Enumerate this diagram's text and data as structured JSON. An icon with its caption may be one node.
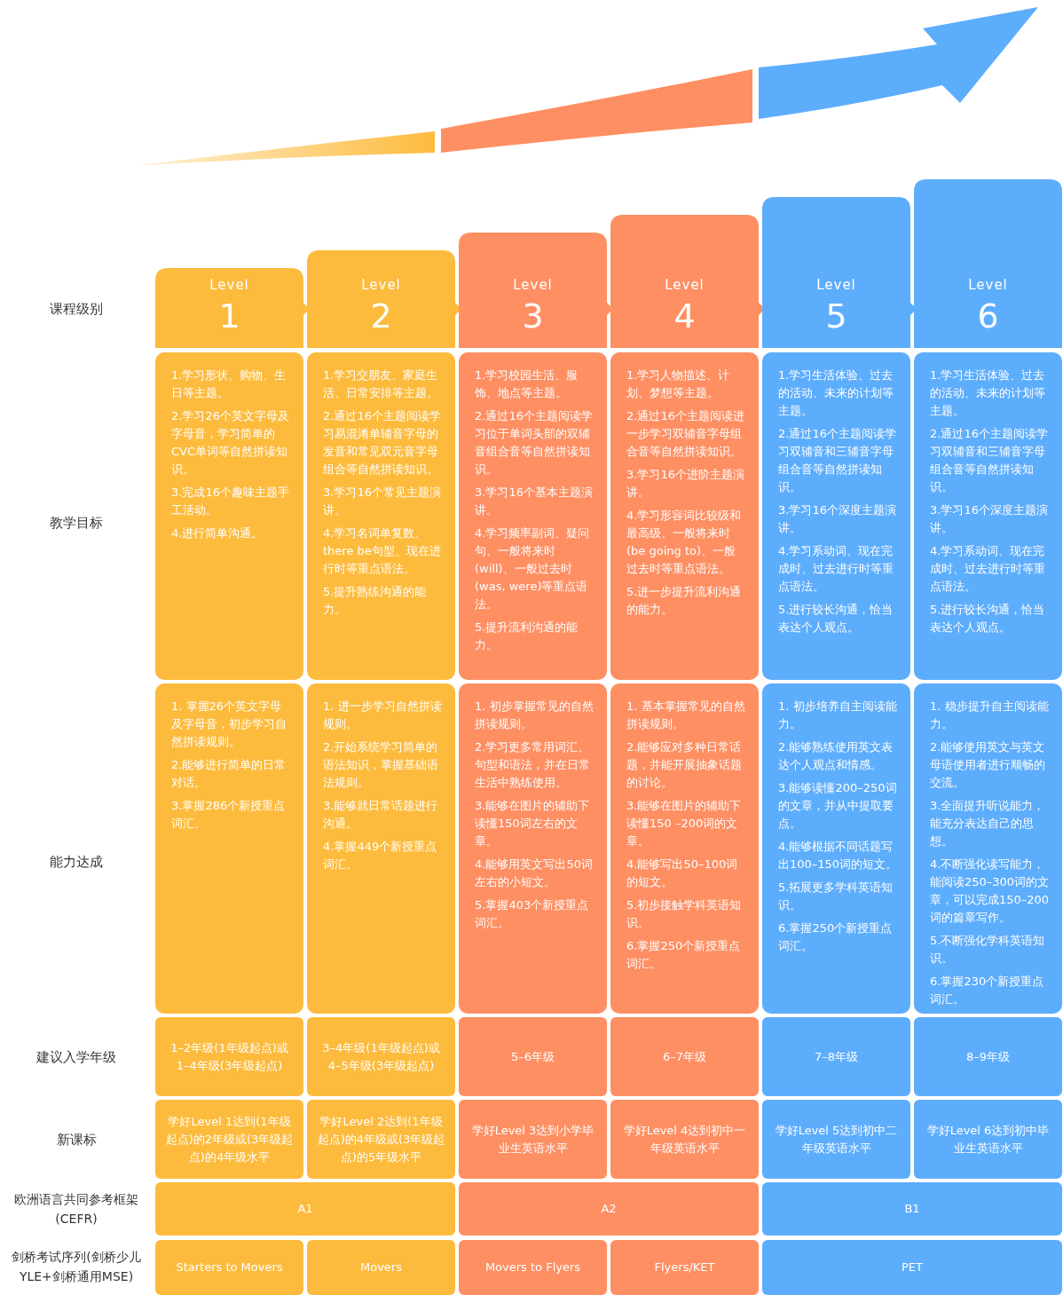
{
  "diagram": {
    "nodes": [
      {
        "text": [
          "Level",
          "1"
        ]
      },
      {
        "text": [
          "Level",
          "2"
        ]
      },
      {
        "text": [
          "Level",
          "3"
        ]
      },
      {
        "text": [
          "Level",
          "4"
        ]
      },
      {
        "text": [
          "Level",
          "5"
        ]
      },
      {
        "text": [
          "Level",
          "6"
        ]
      },
      {
        "text": [
          "1.学习形状、购物、生日等主题。",
          "2.学习26个英文字母及字母音，学习简单的CVC单词等自然拼读知识。",
          "3.完成16个趣味主题手工活动。",
          "4.进行简单沟通。"
        ]
      },
      {
        "text": [
          "1.学习交朋友、家庭生活、日常安排等主题。",
          "2.通过16个主题阅读学习易混淆单辅音字母的发音和常见双元音字母组合等自然拼读知识。",
          "3.学习16个常见主题演讲。",
          "4.学习名词单复数、there be句型、现在进行时等重点语法。",
          "5.提升熟练沟通的能力。"
        ]
      },
      {
        "text": [
          "1.学习校园生活、服饰、地点等主题。",
          "2.通过16个主题阅读学习位于单词头部的双辅音组合音等自然拼读知识。",
          "3.学习16个基本主题演讲。",
          "4.学习频率副词、疑问句、一般将来时(will)、一般过去时(was, were)等重点语法。",
          "5.提升流利沟通的能力。"
        ]
      },
      {
        "text": [
          "1.学习人物描述、计划、梦想等主题。",
          "2.通过16个主题阅读进一步学习双辅音字母组合音等自然拼读知识。",
          "3.学习16个进阶主题演讲。",
          "4.学习形容词比较级和最高级、一般将来时(be going to)、一般过去时等重点语法。",
          "5.进一步提升流利沟通的能力。"
        ]
      },
      {
        "text": [
          "1.学习生活体验、过去的活动、未来的计划等主题。",
          "2.通过16个主题阅读学习双辅音和三辅音字母组合音等自然拼读知识。",
          "3.学习16个深度主题演讲。",
          "4.学习系动词、现在完成时、过去进行时等重点语法。",
          "5.进行较长沟通，恰当表达个人观点。"
        ]
      },
      {
        "text": [
          "1.学习生活体验、过去的活动、未来的计划等主题。",
          "2.通过16个主题阅读学习双辅音和三辅音字母组合音等自然拼读知识。",
          "3.学习16个深度主题演讲。",
          "4.学习系动词、现在完成时、过去进行时等重点语法。",
          "5.进行较长沟通，恰当表达个人观点。"
        ]
      },
      {
        "text": [
          "1. 掌握26个英文字母及字母音，初步学习自然拼读规则。",
          "2.能够进行简单的日常对话。",
          "3.掌握286个新授重点词汇。"
        ]
      },
      {
        "text": [
          "1. 进一步学习自然拼读规则。",
          "2.开始系统学习简单的语法知识，掌握基础语法规则。",
          "3.能够就日常话题进行沟通。",
          "4.掌握449个新授重点词汇。"
        ]
      },
      {
        "text": [
          "1. 初步掌握常见的自然拼读规则。",
          "2.学习更多常用词汇、句型和语法，并在日常生活中熟练使用。",
          "3.能够在图片的辅助下读懂150词左右的文章。",
          "4.能够用英文写出50词左右的小短文。",
          "5.掌握403个新授重点词汇。"
        ]
      },
      {
        "text": [
          "1. 基本掌握常见的自然拼读规则。",
          "2.能够应对多种日常话题，并能开展抽象话题的讨论。",
          "3.能够在图片的辅助下读懂150 –200词的文章。",
          "4.能够写出50–100词的短文。",
          "5.初步接触学科英语知识。",
          "6.掌握250个新授重点词汇。"
        ]
      },
      {
        "text": [
          "1. 初步培养自主阅读能力。",
          "2.能够熟练使用英文表达个人观点和情感。",
          "3.能够读懂200–250词的文章，并从中提取要点。",
          "4.能够根据不同话题写出100–150词的短文。",
          "5.拓展更多学科英语知识。",
          "6.掌握250个新授重点词汇。"
        ]
      },
      {
        "text": [
          "1. 稳步提升自主阅读能力。",
          "2.能够使用英文与英文母语使用者进行顺畅的交流。",
          "3.全面提升听说能力，能充分表达自己的思想。",
          "4.不断强化读写能力，能阅读250–300词的文章，可以完成150–200词的篇章写作。",
          "5.不断强化学科英语知识。",
          "6.掌握230个新授重点词汇。"
        ]
      },
      {
        "text": [
          "1–2年级(1年级起点)或1–4年级(3年级起点)"
        ]
      },
      {
        "text": [
          "3–4年级(1年级起点)或4–5年级(3年级起点)"
        ]
      },
      {
        "text": [
          "5–6年级"
        ]
      },
      {
        "text": [
          "6–7年级"
        ]
      },
      {
        "text": [
          "7–8年级"
        ]
      },
      {
        "text": [
          "8–9年级"
        ]
      },
      {
        "text": [
          "学好Level 1达到(1年级起点)的2年级或(3年级起点)的4年级水平"
        ]
      },
      {
        "text": [
          "学好Level 2达到(1年级起点)的4年级或(3年级起点)的5年级水平"
        ]
      },
      {
        "text": [
          "学好Level 3达到小学毕业生英语水平"
        ]
      },
      {
        "text": [
          "学好Level 4达到初中一年级英语水平"
        ]
      },
      {
        "text": [
          "学好Level 5达到初中二年级英语水平"
        ]
      },
      {
        "text": [
          "学好Level 6达到初中毕业生英语水平"
        ]
      },
      {
        "text": [
          "A1"
        ]
      },
      {
        "text": [
          "A2"
        ]
      },
      {
        "text": [
          "B1"
        ]
      },
      {
        "text": [
          "Starters to Movers"
        ]
      },
      {
        "text": [
          "Movers"
        ]
      },
      {
        "text": [
          "Movers to Flyers"
        ]
      },
      {
        "text": [
          "Flyers/KET"
        ]
      },
      {
        "text": [
          "PET"
        ]
      }
    ],
    "labels": [
      "课程级别",
      "教学目标",
      "能力达成",
      "建议入学年级",
      "新课标",
      "欧洲语言共同参考框架 (CEFR)",
      "剑桥考试序列(剑桥少儿 YLE+剑桥通用MSE)"
    ]
  }
}
